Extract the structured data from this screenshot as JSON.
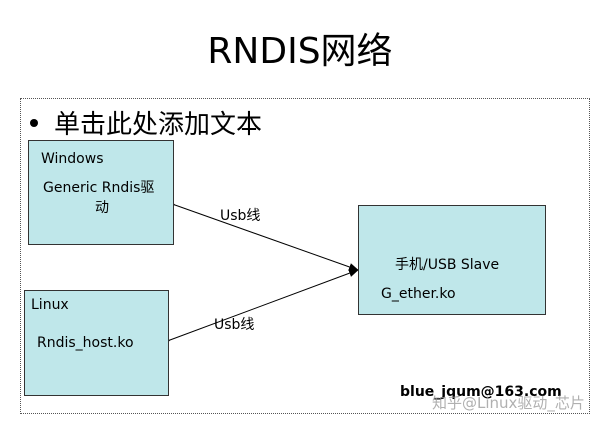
{
  "title": "RNDIS网络",
  "bullet": "单击此处添加文本",
  "nodes": {
    "windows": {
      "line1": "Windows",
      "line2": "Generic  Rndis驱",
      "line3": "动"
    },
    "linux": {
      "line1": "Linux",
      "line2": "Rndis_host.ko"
    },
    "device": {
      "line1": "手机/USB Slave",
      "line2": "G_ether.ko"
    }
  },
  "edges": {
    "windows_device": "Usb线",
    "linux_device": "Usb线"
  },
  "email": "blue_jqum@163.com",
  "watermark": "知乎@Linux驱动_芯片"
}
